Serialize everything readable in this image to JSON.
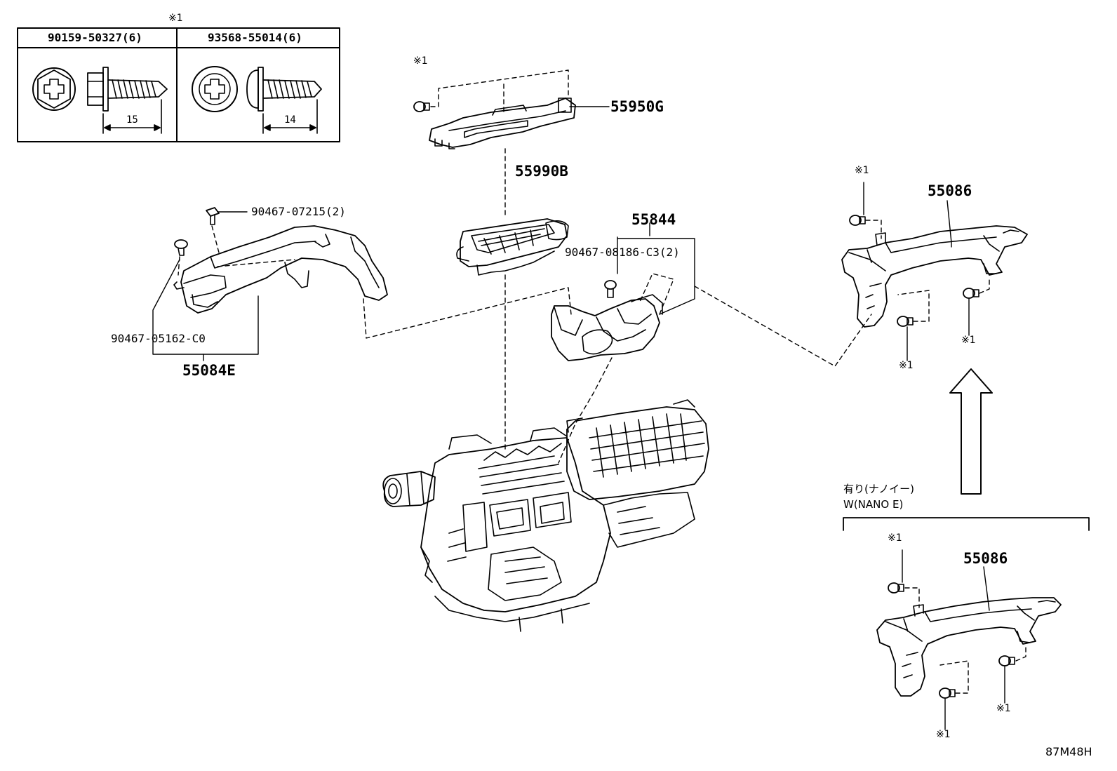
{
  "screw_table": {
    "note_mark": "※1",
    "left_screw": {
      "part_no": "90159-50327(6)",
      "length": "15"
    },
    "right_screw": {
      "part_no": "93568-55014(6)",
      "length": "14"
    }
  },
  "callouts": {
    "center_bracket": "55950G",
    "center_bracket_mark": "※1",
    "register_duct": "55990B",
    "left_duct_clip_upper": "90467-07215(2)",
    "left_duct_clip_lower": "90467-05162-C0",
    "left_duct": "55084E",
    "center_duct": "55844",
    "center_duct_clip": "90467-08186-C3(2)",
    "right_duct_top": "55086",
    "right_duct_top_mark_a": "※1",
    "right_duct_top_mark_b": "※1",
    "right_duct_top_mark_c": "※1",
    "right_duct_bottom": "55086",
    "right_duct_bottom_mark_a": "※1",
    "right_duct_bottom_mark_b": "※1",
    "right_duct_bottom_mark_c": "※1"
  },
  "variant": {
    "label_jp": "有り(ナノイー)",
    "label_en": "W(NANO E)"
  },
  "diagram_code": "87M48H"
}
